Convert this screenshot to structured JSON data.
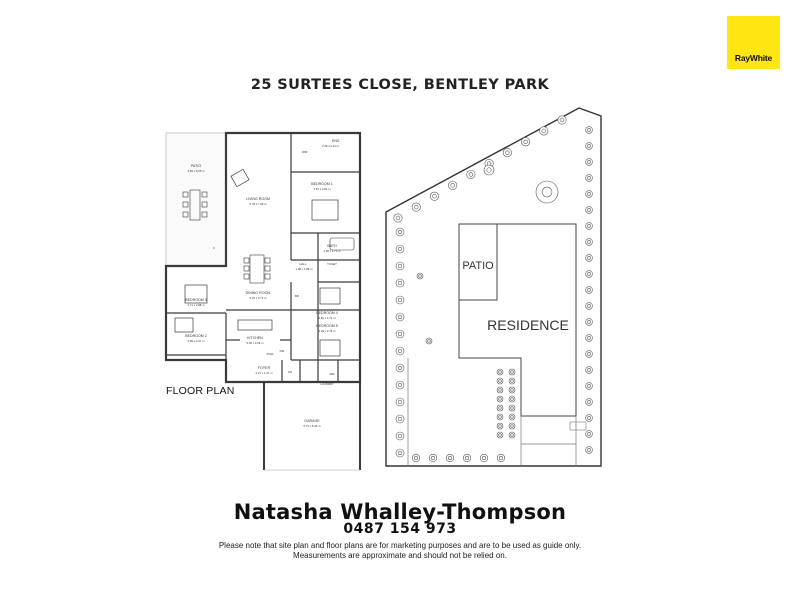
{
  "brand": {
    "name": "RayWhite",
    "color": "#ffe512"
  },
  "title": "25 SURTEES CLOSE, BENTLEY PARK",
  "floor_plan_label": "FLOOR PLAN",
  "rooms": {
    "patio": {
      "name": "PATIO",
      "dims": "3.69 x 8.65 m"
    },
    "living": {
      "name": "LIVING ROOM",
      "dims": "5.78 x 7.69 m"
    },
    "ens": {
      "name": "ENS",
      "dims": "2.09 x 2.21 m"
    },
    "wir": "WIR",
    "bed1": {
      "name": "BEDROOM 1",
      "dims": "3.81 x 3.81 m"
    },
    "bath": {
      "name": "BATH",
      "dims": "2.08 x 1.73 m"
    },
    "hall": {
      "name": "HALL",
      "dims": "1.08 x 2.89 m"
    },
    "toilet": "TOILET",
    "dining": {
      "name": "DINING ROOM",
      "dims": "6.15 x 3.71 m"
    },
    "bed3": {
      "name": "BEDROOM 3",
      "dims": "3.71 x 2.88 m"
    },
    "bed4": {
      "name": "BEDROOM 4",
      "dims": "3.81 x 2.71 m"
    },
    "bed5": {
      "name": "BEDROOM 5",
      "dims": "3.29 x 2.78 m"
    },
    "bed2": {
      "name": "BEDROOM 2",
      "dims": "2.99 x 3.37 m"
    },
    "kitchen": {
      "name": "KITCHEN",
      "dims": "5.36 x 3.26 m"
    },
    "foyer": {
      "name": "FOYER",
      "dims": "4.27 x 1.37 m"
    },
    "laundry": "LAUNDRY",
    "garage": {
      "name": "GARAGE",
      "dims": "5.73 x 5.43 m"
    },
    "built_in": "BR",
    "fridge": "F",
    "linen": "LIN",
    "wm": "WM",
    "dw": "DW",
    "ref": "R'GR"
  },
  "site": {
    "patio_label": "PATIO",
    "residence_label": "RESIDENCE"
  },
  "agent": {
    "name": "Natasha Whalley-Thompson",
    "phone": "0487 154 973"
  },
  "disclaimer": {
    "line1": "Please note that site plan and floor plans are for marketing purposes and are to be used as guide only.",
    "line2": "Measurements are approximate and should not be relied on."
  }
}
